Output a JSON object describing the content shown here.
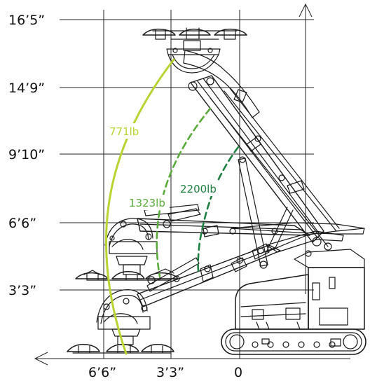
{
  "y_axis": {
    "labels": [
      "16’5”",
      "14’9”",
      "9’10”",
      "6’6”",
      "3’3”"
    ]
  },
  "x_axis": {
    "labels": [
      "6’6”",
      "3’3”",
      "0"
    ]
  },
  "load_limits": [
    {
      "label": "771lb",
      "color": "#b8d432"
    },
    {
      "label": "1323lb",
      "color": "#5aaa3c"
    },
    {
      "label": "2200lb",
      "color": "#1e8040"
    }
  ],
  "colors": {
    "grid": "#222222",
    "machine_line": "#1a1a1a",
    "background": "#ffffff"
  }
}
